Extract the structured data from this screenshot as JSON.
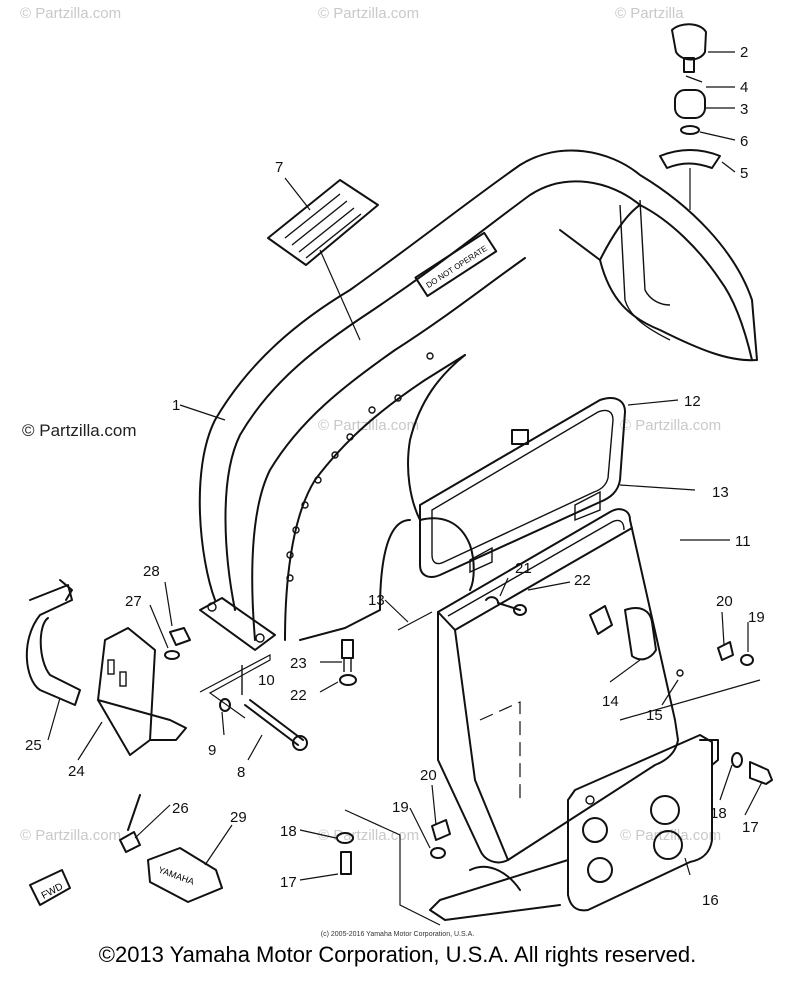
{
  "watermark": {
    "text": "© Partzilla.com",
    "text_short": "© Partzilla"
  },
  "diagram": {
    "labels": {
      "p1": "1",
      "p2": "2",
      "p3": "3",
      "p4": "4",
      "p5": "5",
      "p6": "6",
      "p7": "7",
      "p8": "8",
      "p9": "9",
      "p10": "10",
      "p11": "11",
      "p12": "12",
      "p13a": "13",
      "p13b": "13",
      "p14": "14",
      "p15": "15",
      "p16": "16",
      "p17a": "17",
      "p17b": "17",
      "p18a": "18",
      "p18b": "18",
      "p19a": "19",
      "p19b": "19",
      "p20a": "20",
      "p20b": "20",
      "p21": "21",
      "p22a": "22",
      "p22b": "22",
      "p23": "23",
      "p24": "24",
      "p25": "25",
      "p26": "26",
      "p27": "27",
      "p28": "28",
      "p29": "29"
    },
    "stamped_text": {
      "fender_decal": "DO NOT OPERATE",
      "fwd_tag": "FWD",
      "pouch_logo": "YAMAHA"
    }
  },
  "footer": {
    "small_copyright": "(c) 2005-2016 Yamaha Motor Corporation, U.S.A.",
    "copyright": "©2013 Yamaha Motor Corporation, U.S.A. All rights reserved."
  }
}
